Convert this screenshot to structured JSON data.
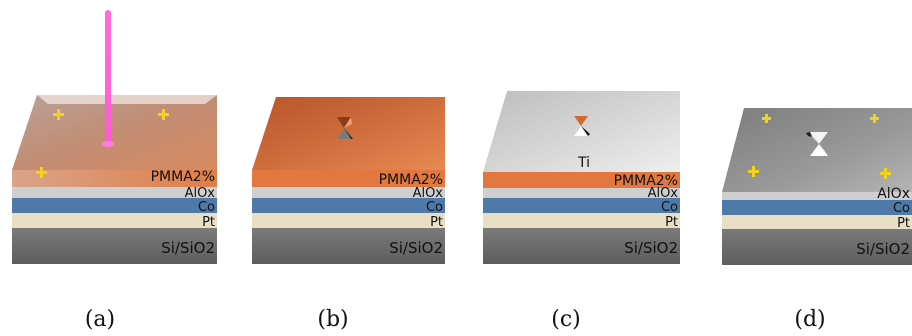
{
  "panels": [
    {
      "caption": "(a)",
      "layers": {
        "pmma": "PMMA2%",
        "alox": "AlOx",
        "co": "Co",
        "pt": "Pt",
        "substrate": "Si/SiO2"
      }
    },
    {
      "caption": "(b)",
      "layers": {
        "pmma": "PMMA2%",
        "alox": "AlOx",
        "co": "Co",
        "pt": "Pt",
        "substrate": "Si/SiO2"
      }
    },
    {
      "caption": "(c)",
      "layers": {
        "ti": "Ti",
        "pmma": "PMMA2%",
        "alox": "AlOx",
        "co": "Co",
        "pt": "Pt",
        "substrate": "Si/SiO2"
      }
    },
    {
      "caption": "(d)",
      "layers": {
        "alox": "AlOx",
        "co": "Co",
        "pt": "Pt",
        "substrate": "Si/SiO2"
      }
    }
  ],
  "colors": {
    "substrate": "#6f6f6f",
    "pt": "#e8dfc4",
    "co": "#4f79a8",
    "alox": "#cfcfcf",
    "pmma": "#e2773f",
    "ti": "#e4e4e4",
    "marker": "#f2d21a",
    "laser": "#ff5cd6"
  },
  "icons": {
    "alignment_marker": "yellow-plus-marker-icon",
    "laser_beam": "laser-beam-icon",
    "bowtie_pattern": "bowtie-nanostructure-icon"
  }
}
